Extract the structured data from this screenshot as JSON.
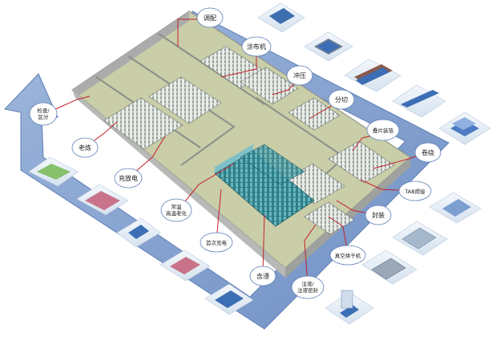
{
  "process_steps": [
    {
      "id": "step-mixing",
      "label": "调配"
    },
    {
      "id": "step-coating",
      "label": "涂布机"
    },
    {
      "id": "step-punching",
      "label": "冲压"
    },
    {
      "id": "step-slitting",
      "label": "分切"
    },
    {
      "id": "step-lamination",
      "label": "叠片装箔"
    },
    {
      "id": "step-winding",
      "label": "卷绕"
    },
    {
      "id": "step-tab-welding",
      "label": "TAB焊接"
    },
    {
      "id": "step-sealing",
      "label": "封装"
    },
    {
      "id": "step-vacuum-drying",
      "label": "真空烘干机"
    },
    {
      "id": "step-filling",
      "label": "注液/",
      "label2": "注液密封"
    },
    {
      "id": "step-impregnation",
      "label": "含浸"
    },
    {
      "id": "step-first-charge",
      "label": "首次充电"
    },
    {
      "id": "step-aging-storage",
      "label": "常温",
      "label2": "高温老化"
    },
    {
      "id": "step-charge-discharge",
      "label": "充放电"
    },
    {
      "id": "step-aging",
      "label": "老炼"
    },
    {
      "id": "step-sorting",
      "label": "检查/",
      "label2": "区分"
    }
  ],
  "colors": {
    "arrow_fill": "#7f9fce",
    "arrow_edge": "#5e7fb6",
    "circle_fill": "#ffffff",
    "floor": "#c9cda8",
    "wall": "#b9bcba",
    "connector": "#c4202a",
    "rack": "#4c9aa5",
    "tile_bg": "#e8f0f8"
  }
}
